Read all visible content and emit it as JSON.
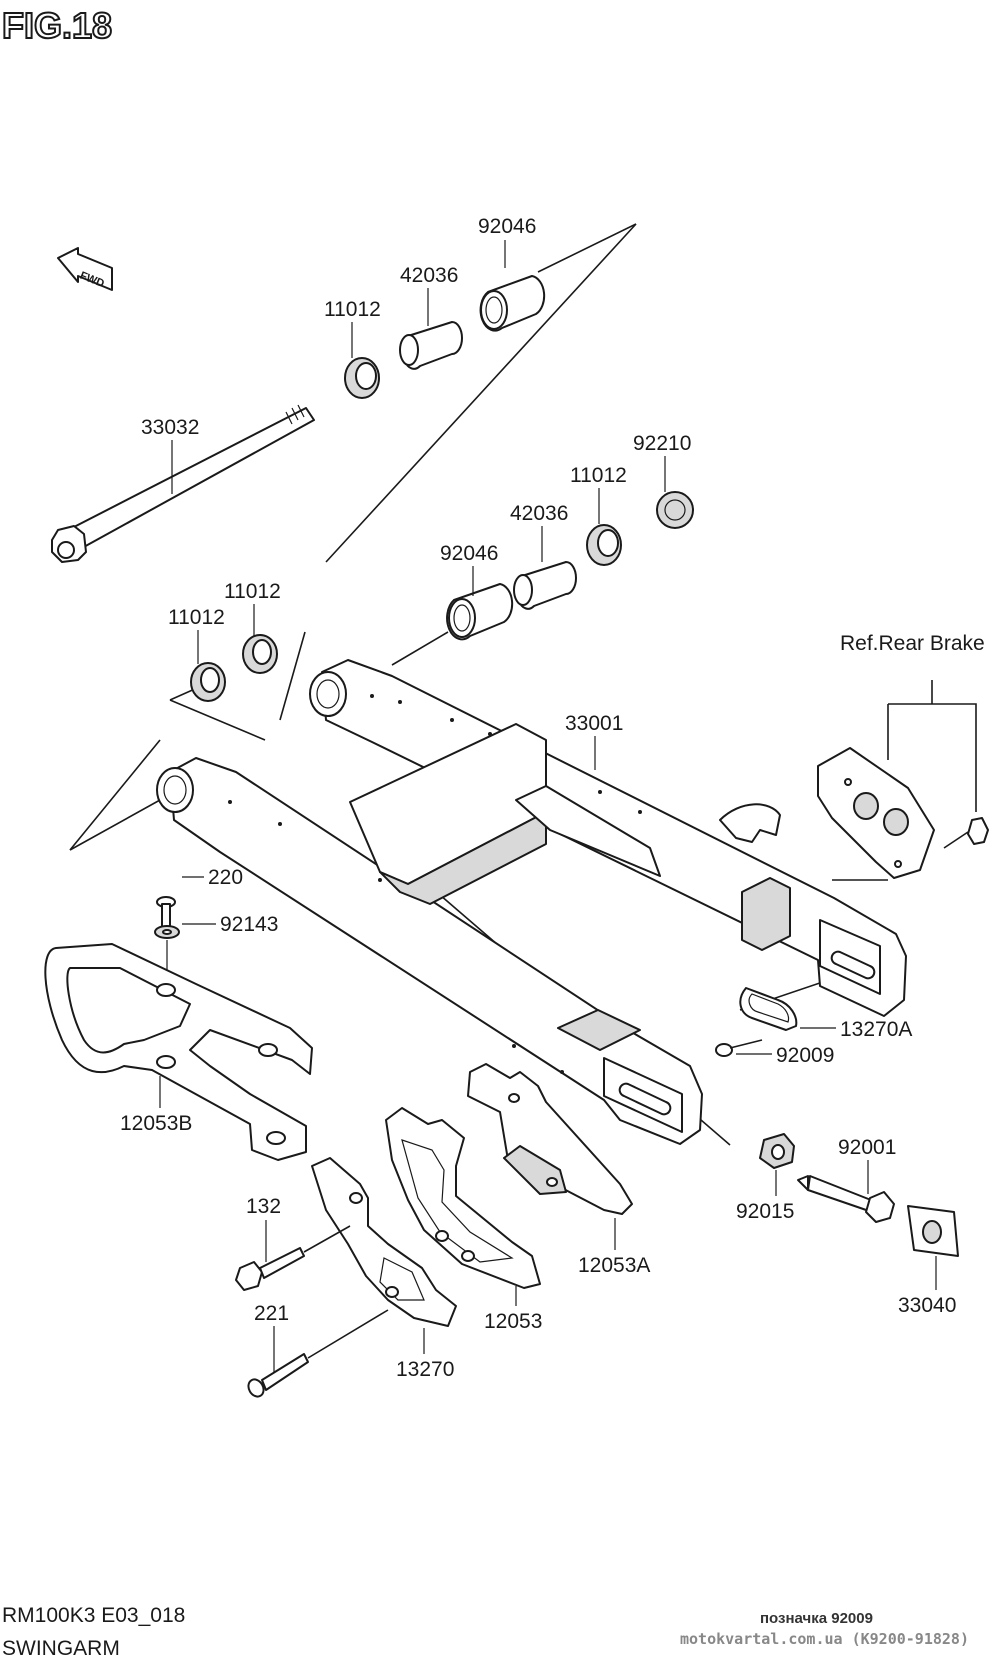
{
  "figure": {
    "title": "FIG.18",
    "model_code": "RM100K3 E03_018",
    "section_name": "SWINGARM",
    "reference_note": "Ref.Rear Brake",
    "front_arrow_text": "FWD"
  },
  "callouts": [
    {
      "id": "c-92046-top",
      "text": "92046"
    },
    {
      "id": "c-42036-top",
      "text": "42036"
    },
    {
      "id": "c-11012-top",
      "text": "11012"
    },
    {
      "id": "c-33032",
      "text": "33032"
    },
    {
      "id": "c-92210",
      "text": "92210"
    },
    {
      "id": "c-11012-mid",
      "text": "11012"
    },
    {
      "id": "c-42036-mid",
      "text": "42036"
    },
    {
      "id": "c-92046-mid",
      "text": "92046"
    },
    {
      "id": "c-11012-left-a",
      "text": "11012"
    },
    {
      "id": "c-11012-left-b",
      "text": "11012"
    },
    {
      "id": "c-33001",
      "text": "33001"
    },
    {
      "id": "c-220",
      "text": "220"
    },
    {
      "id": "c-92143",
      "text": "92143"
    },
    {
      "id": "c-13270A",
      "text": "13270A"
    },
    {
      "id": "c-92009",
      "text": "92009"
    },
    {
      "id": "c-12053B",
      "text": "12053B"
    },
    {
      "id": "c-92001",
      "text": "92001"
    },
    {
      "id": "c-92015",
      "text": "92015"
    },
    {
      "id": "c-132",
      "text": "132"
    },
    {
      "id": "c-12053A",
      "text": "12053A"
    },
    {
      "id": "c-221",
      "text": "221"
    },
    {
      "id": "c-12053",
      "text": "12053"
    },
    {
      "id": "c-13270",
      "text": "13270"
    },
    {
      "id": "c-33040",
      "text": "33040"
    }
  ],
  "watermark": {
    "line1": "позначка 92009",
    "line2": "motokvartal.com.ua (K9200-91828)"
  }
}
